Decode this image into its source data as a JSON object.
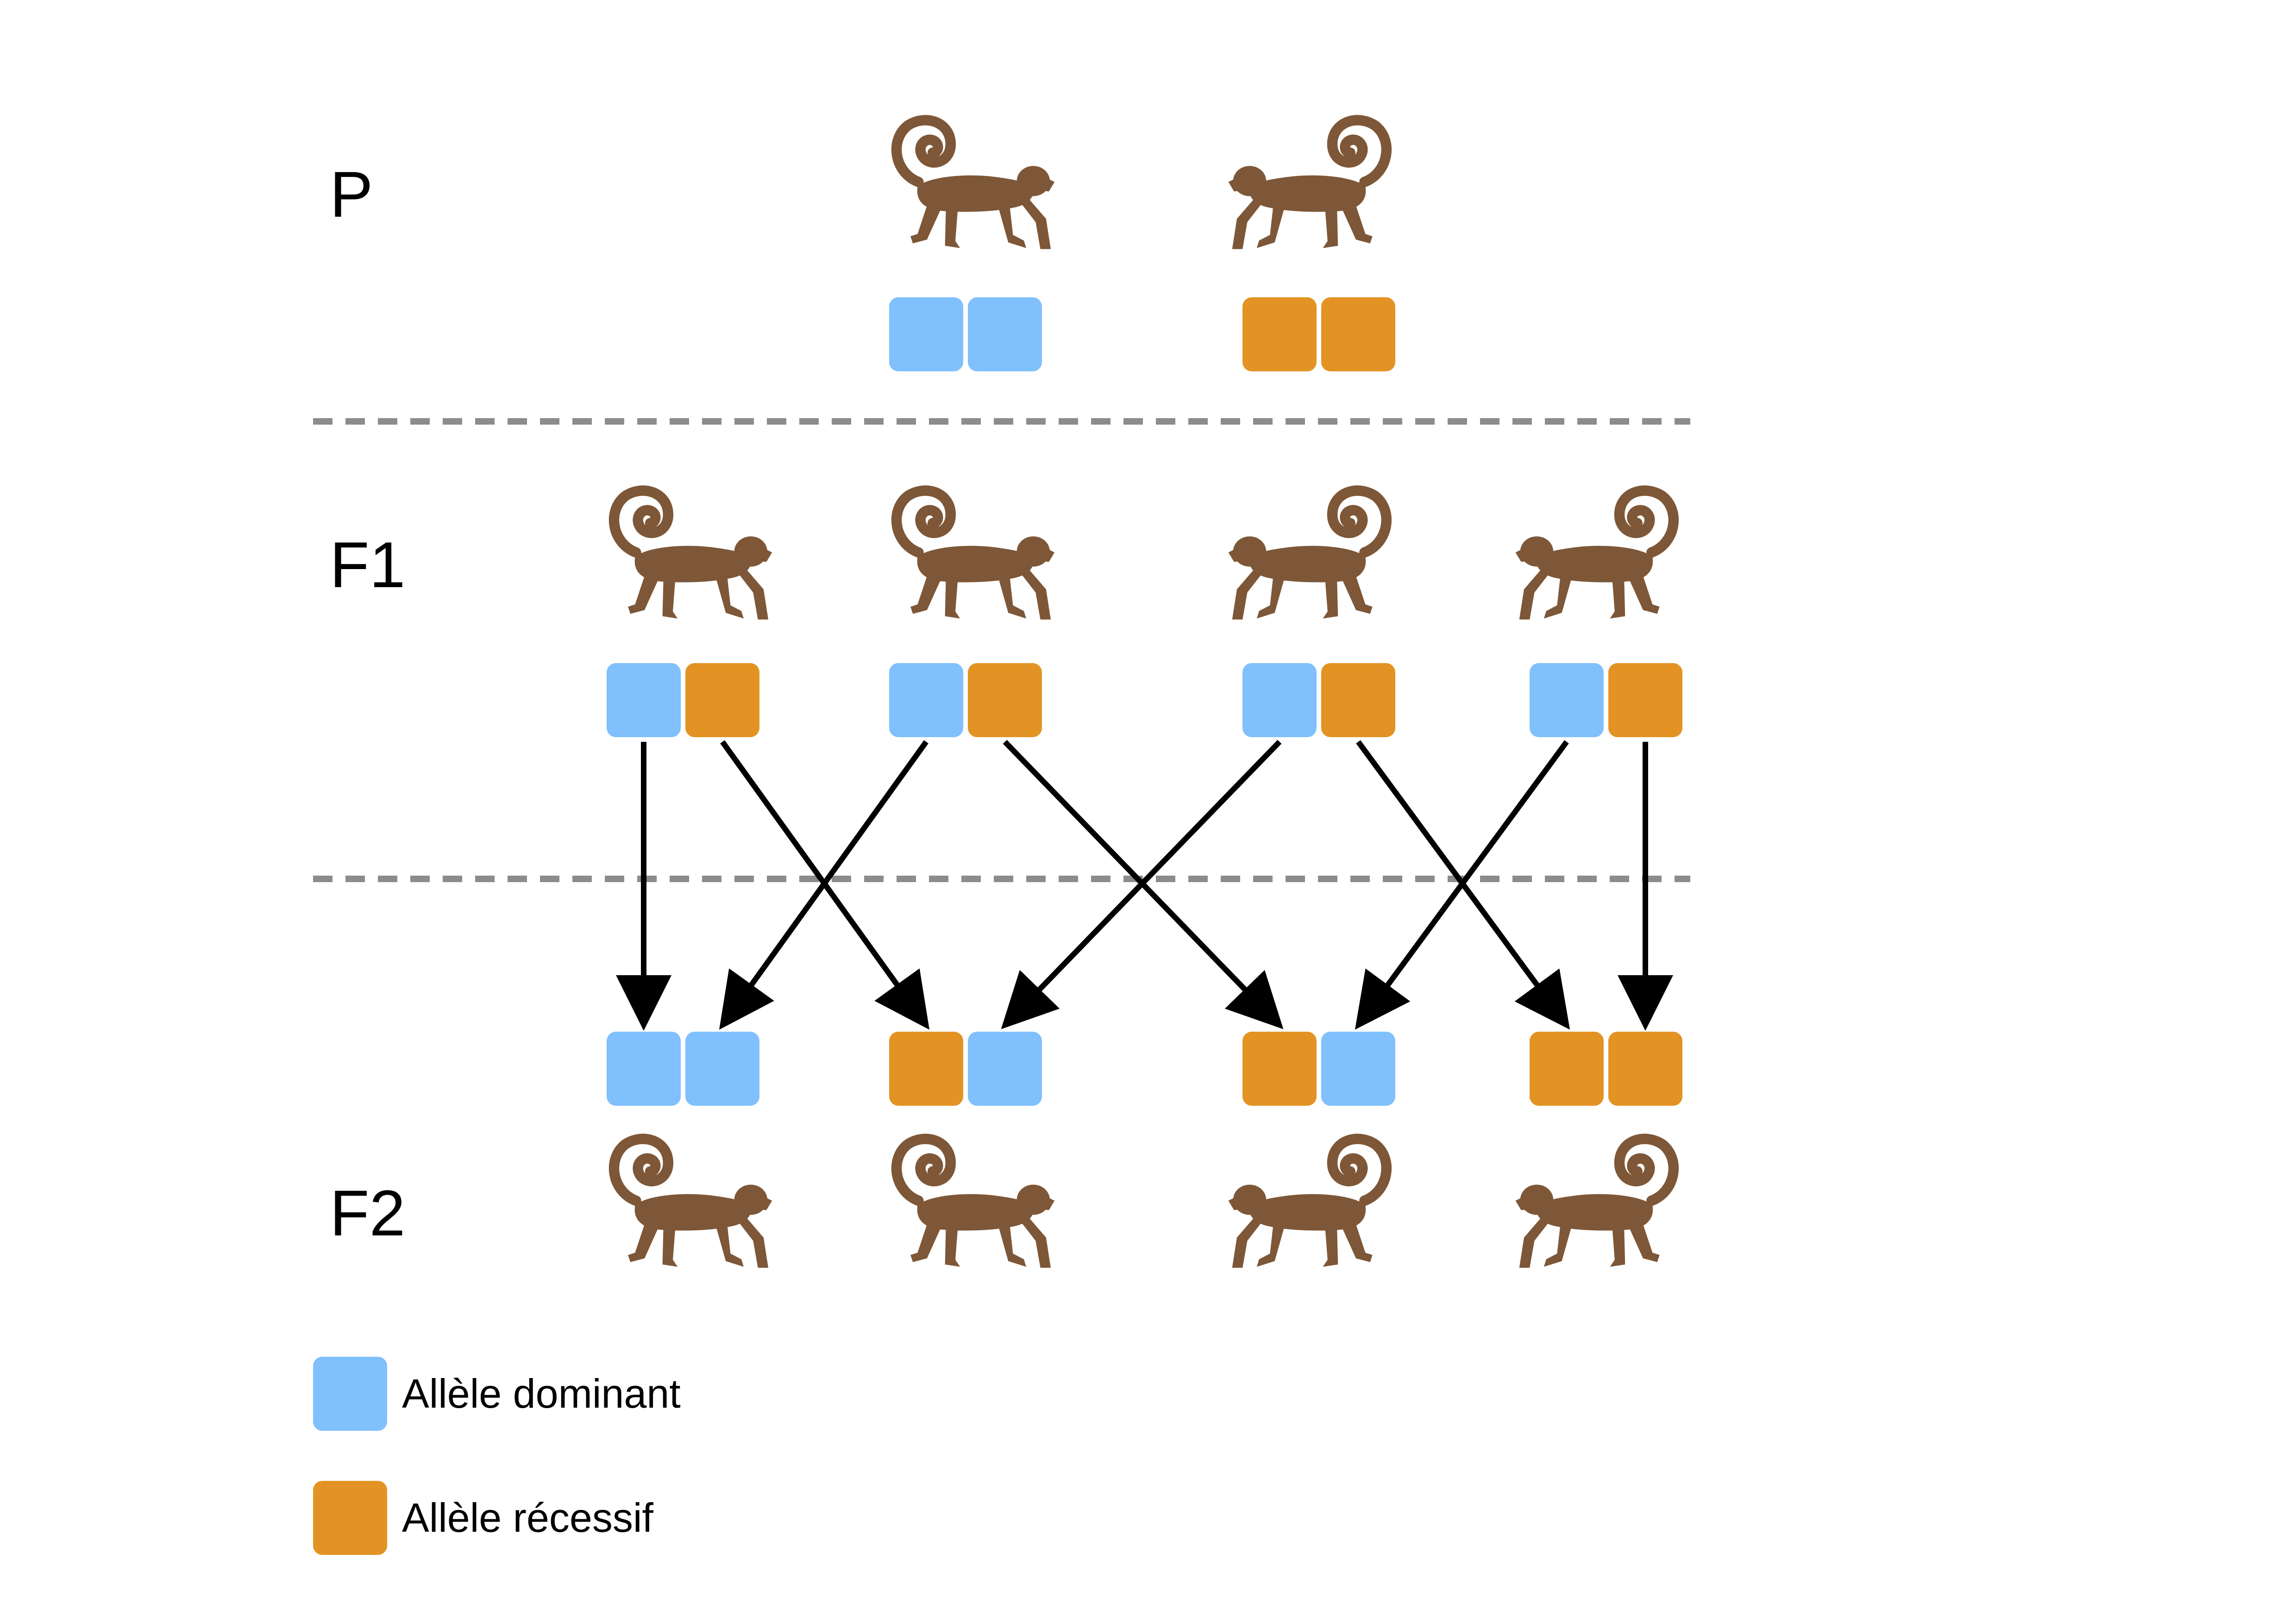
{
  "colors": {
    "dominant": "#80C0FC",
    "recessive": "#E39324",
    "monkey": "#7D5737",
    "divider": "#8C8C8C",
    "arrow": "#000000"
  },
  "icons": {
    "organism": "monkey-icon"
  },
  "generations": [
    {
      "id": "p",
      "label": "P",
      "individuals": [
        {
          "alleles": [
            "dominant",
            "dominant"
          ],
          "facing": "right"
        },
        {
          "alleles": [
            "recessive",
            "recessive"
          ],
          "facing": "left"
        }
      ]
    },
    {
      "id": "f1",
      "label": "F1",
      "individuals": [
        {
          "alleles": [
            "dominant",
            "recessive"
          ],
          "facing": "right"
        },
        {
          "alleles": [
            "dominant",
            "recessive"
          ],
          "facing": "right"
        },
        {
          "alleles": [
            "dominant",
            "recessive"
          ],
          "facing": "left"
        },
        {
          "alleles": [
            "dominant",
            "recessive"
          ],
          "facing": "left"
        }
      ]
    },
    {
      "id": "f2",
      "label": "F2",
      "individuals": [
        {
          "alleles": [
            "dominant",
            "dominant"
          ],
          "facing": "right"
        },
        {
          "alleles": [
            "recessive",
            "dominant"
          ],
          "facing": "right"
        },
        {
          "alleles": [
            "recessive",
            "dominant"
          ],
          "facing": "left"
        },
        {
          "alleles": [
            "recessive",
            "recessive"
          ],
          "facing": "left"
        }
      ]
    }
  ],
  "inheritance": [
    {
      "from": "F1 #1 allele 1",
      "to": "F2 #1 allele 1"
    },
    {
      "from": "F1 #1 allele 2",
      "to": "F2 #2 allele 1"
    },
    {
      "from": "F1 #2 allele 1",
      "to": "F2 #1 allele 2"
    },
    {
      "from": "F1 #2 allele 2",
      "to": "F2 #3 allele 1"
    },
    {
      "from": "F1 #3 allele 1",
      "to": "F2 #2 allele 2"
    },
    {
      "from": "F1 #3 allele 2",
      "to": "F2 #4 allele 1"
    },
    {
      "from": "F1 #4 allele 1",
      "to": "F2 #3 allele 2"
    },
    {
      "from": "F1 #4 allele 2",
      "to": "F2 #4 allele 2"
    }
  ],
  "legend": {
    "items": [
      {
        "key": "dominant",
        "label": "Allèle dominant"
      },
      {
        "key": "recessive",
        "label": "Allèle récessif"
      }
    ]
  }
}
